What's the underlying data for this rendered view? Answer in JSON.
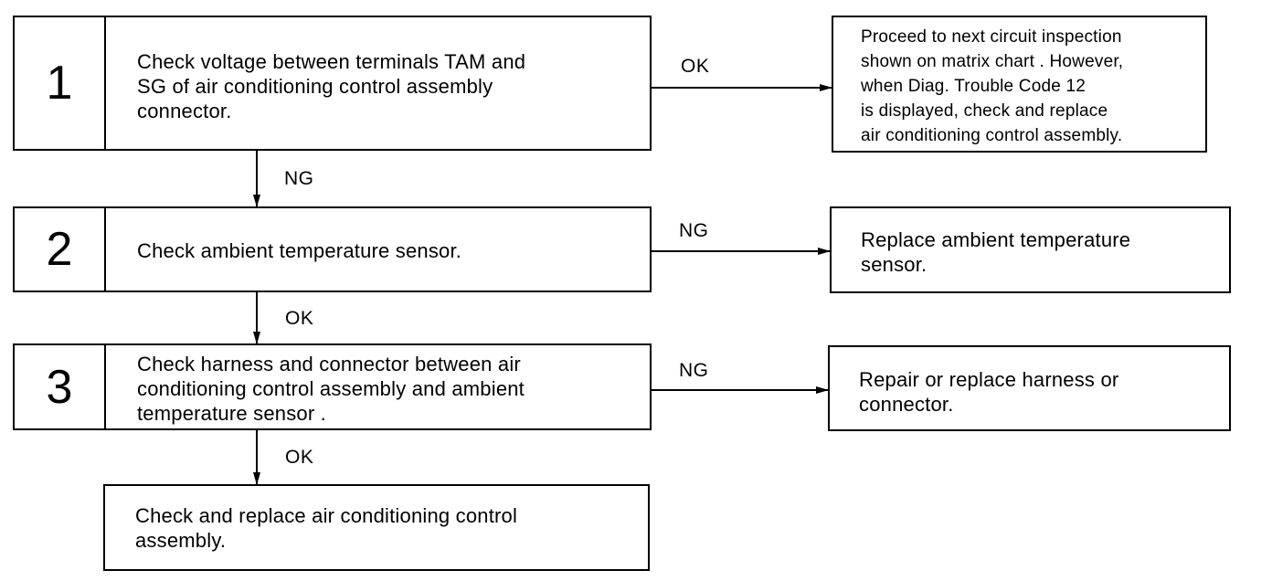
{
  "steps": [
    {
      "number": "1",
      "text": "Check voltage between terminals TAM and\nSG of air conditioning control assembly\nconnector."
    },
    {
      "number": "2",
      "text": "Check ambient temperature sensor."
    },
    {
      "number": "3",
      "text": "Check harness and connector between air\nconditioning control assembly and ambient\ntemperature sensor ."
    }
  ],
  "final_box": {
    "text": "Check and replace air conditioning control\nassembly."
  },
  "outcomes": [
    {
      "text": "Proceed to next circuit inspection\nshown on matrix chart  . However,\nwhen Diag. Trouble  Code 12\n is displayed, check and replace\nair conditioning control assembly."
    },
    {
      "text": "Replace ambient temperature\nsensor."
    },
    {
      "text": "Repair or replace harness or\nconnector."
    }
  ],
  "edge_labels": {
    "step1_right": "OK",
    "step1_down": "NG",
    "step2_right": "NG",
    "step2_down": "OK",
    "step3_right": "NG",
    "step3_down": "OK"
  }
}
